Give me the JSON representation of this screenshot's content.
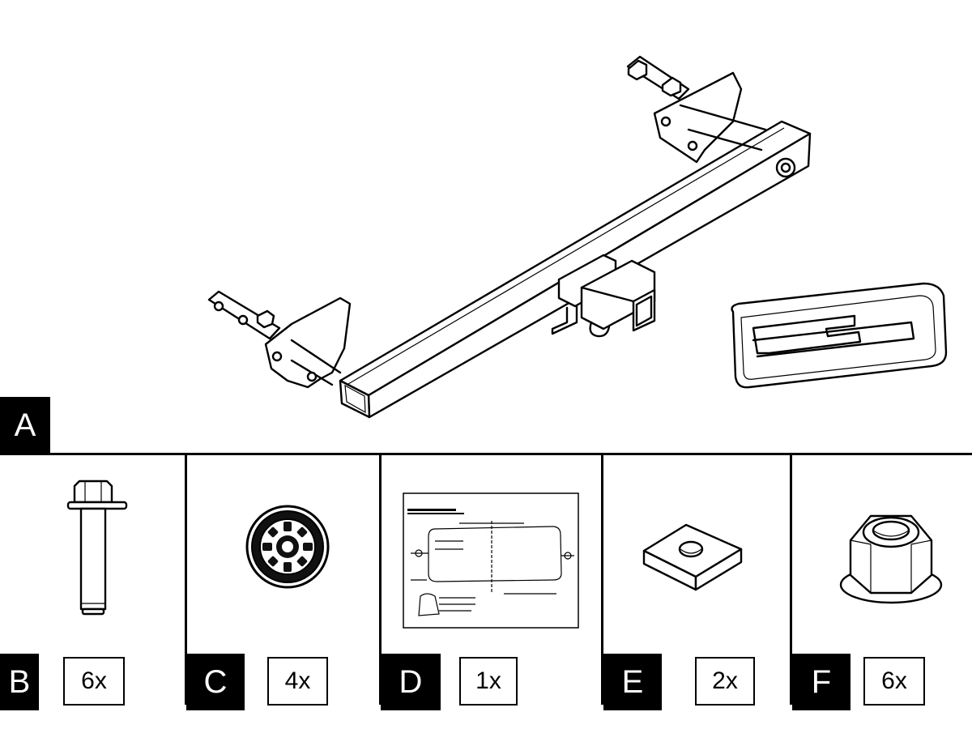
{
  "main_assembly": {
    "label": "A"
  },
  "parts": [
    {
      "label": "B",
      "quantity": "6x",
      "part": "flange-bolt"
    },
    {
      "label": "C",
      "quantity": "4x",
      "part": "grommet"
    },
    {
      "label": "D",
      "quantity": "1x",
      "part": "template-sheet"
    },
    {
      "label": "E",
      "quantity": "2x",
      "part": "square-spacer"
    },
    {
      "label": "F",
      "quantity": "6x",
      "part": "flange-nut"
    }
  ]
}
